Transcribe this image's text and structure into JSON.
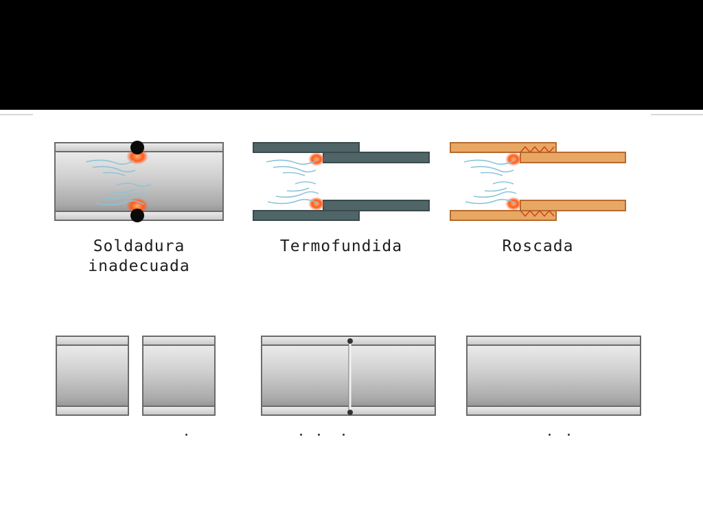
{
  "slide": {
    "header_color": "#000000"
  },
  "diagram": {
    "joints": [
      {
        "id": "soldadura",
        "label": "Soldadura\ninadecuada",
        "color": "#c0c0c0"
      },
      {
        "id": "termofundida",
        "label": "Termofundida",
        "color": "#4f6567"
      },
      {
        "id": "roscada",
        "label": "Roscada",
        "color": "#e9a764"
      }
    ],
    "leak_color": "#ff5a1a",
    "crack_color": "#8cc3d8"
  }
}
